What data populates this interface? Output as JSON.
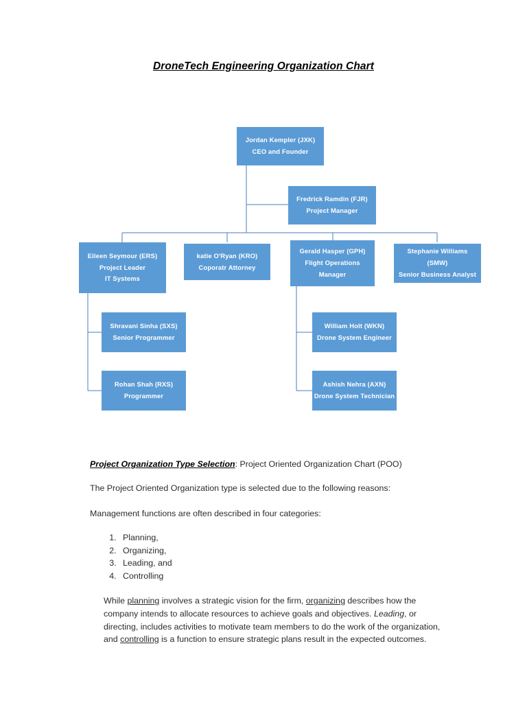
{
  "document": {
    "title": "DroneTech Engineering Organization Chart"
  },
  "theme": {
    "node_fill": "#5B9BD5",
    "node_text": "#FFFFFF",
    "connector": "#4A7EBB",
    "page_background": "#FFFFFF",
    "body_text": "#2B2B2B"
  },
  "orgchart": {
    "nodes": [
      {
        "id": "ceo",
        "name": "Jordan Kempler (JXK)",
        "title": "CEO and Founder",
        "lines": [
          "Jordan Kempler (JXK)",
          "CEO and Founder"
        ]
      },
      {
        "id": "pm",
        "name": "Fredrick Ramdin (FJR)",
        "title": "Project Manager",
        "lines": [
          "Fredrick Ramdin (FJR)",
          "Project Manager"
        ]
      },
      {
        "id": "project-leader",
        "name": "Eileen Seymour (ERS)",
        "title": "Project Leader IT Systems",
        "lines": [
          "Eileen Seymour (ERS)",
          "Project Leader",
          "IT Systems"
        ]
      },
      {
        "id": "attorney",
        "name": "katie O'Ryan (KRO)",
        "title": "Coporatr Attorney",
        "lines": [
          "katie O'Ryan (KRO)",
          "Coporatr Attorney"
        ]
      },
      {
        "id": "flight-ops",
        "name": "Gerald Hasper (GPH)",
        "title": "Flight Operations Manager",
        "lines": [
          "Gerald Hasper (GPH)",
          "Flight Operations",
          "Manager"
        ]
      },
      {
        "id": "analyst",
        "name": "Stephanie Williams (SMW)",
        "title": "Senior Business Analyst",
        "lines": [
          "Stephanie Williams",
          "(SMW)",
          "Senior Business Analyst"
        ]
      },
      {
        "id": "senior-programmer",
        "name": "Shravani Sinha (SXS)",
        "title": "Senior Programmer",
        "lines": [
          "Shravani Sinha (SXS)",
          "Senior Programmer"
        ]
      },
      {
        "id": "programmer",
        "name": "Rohan Shah (RXS)",
        "title": "Programmer",
        "lines": [
          "Rohan Shah (RXS)",
          "Programmer"
        ]
      },
      {
        "id": "drone-engineer",
        "name": "William Holt (WKN)",
        "title": "Drone System Engineer",
        "lines": [
          "William Holt (WKN)",
          "Drone System Engineer"
        ]
      },
      {
        "id": "drone-technician",
        "name": "Ashish Nehra (AXN)",
        "title": "Drone System Technician",
        "lines": [
          "Ashish Nehra (AXN)",
          "Drone System Technician"
        ]
      }
    ]
  },
  "content": {
    "selection_label": "Project Organization Type Selection",
    "selection_value": ": Project Oriented Organization Chart (POO)",
    "reason_intro": "The Project Oriented Organization type is selected due to the following reasons:",
    "categories_intro": "Management functions are often described in four categories:",
    "categories": [
      "Planning,",
      "Organizing,",
      "Leading, and",
      "Controlling"
    ],
    "final_paragraph": {
      "seg1": "While ",
      "u1": "planning",
      "seg2": " involves a strategic vision for the firm, ",
      "u2": "organizing",
      "seg3": " describes how the company intends to allocate resources to achieve goals and objectives. ",
      "i1": "Leading",
      "seg4": ", or directing, includes activities to motivate team members to do the work of the organization, and ",
      "u3": "controlling",
      "seg5": " is a function to ensure strategic plans result in the expected outcomes."
    }
  }
}
